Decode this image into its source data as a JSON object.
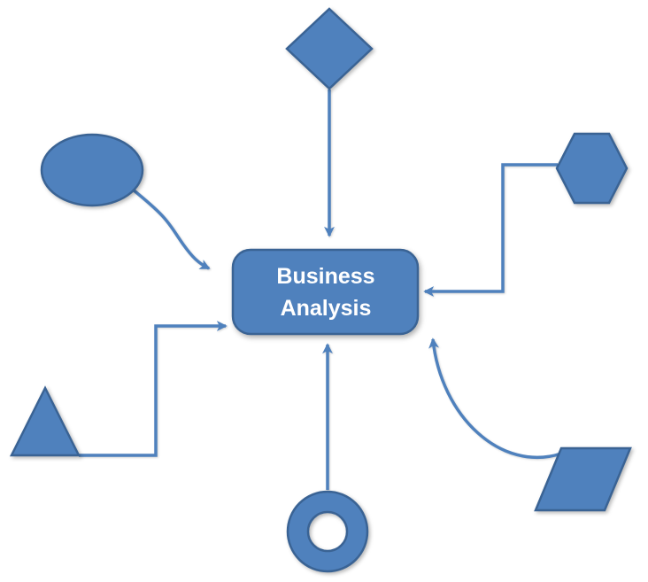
{
  "diagram": {
    "center": {
      "line1": "Business",
      "line2": "Analysis"
    },
    "shapes": [
      {
        "name": "diamond",
        "position": "top"
      },
      {
        "name": "ellipse",
        "position": "top-left"
      },
      {
        "name": "hexagon",
        "position": "top-right"
      },
      {
        "name": "triangle",
        "position": "bottom-left"
      },
      {
        "name": "donut",
        "position": "bottom"
      },
      {
        "name": "parallelogram",
        "position": "bottom-right"
      }
    ],
    "colors": {
      "shape_fill": "#4f81bd",
      "shape_stroke": "#3a6394",
      "arrow": "#4f81bd",
      "label_text": "#ffffff",
      "background": "#ffffff"
    }
  }
}
